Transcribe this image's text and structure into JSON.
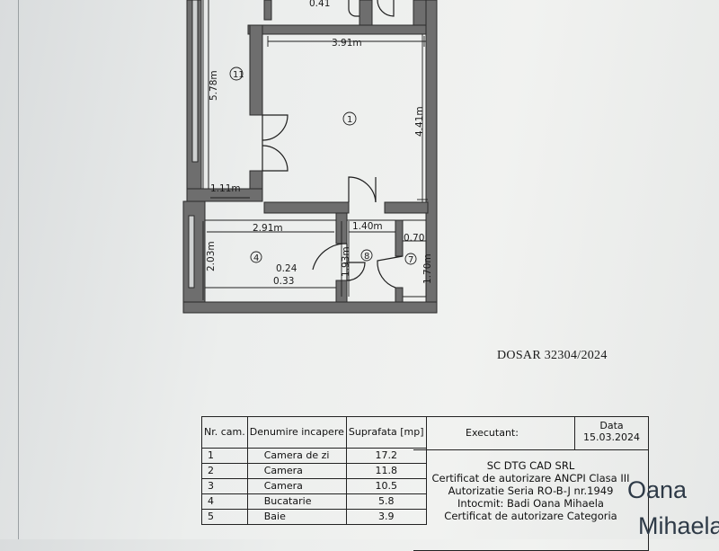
{
  "plan": {
    "dimensions": {
      "d_041": "0.41",
      "d_391": "3.91m",
      "d_578": "5.78m",
      "d_441": "4.41m",
      "d_111": "1.11m",
      "d_291": "2.91m",
      "d_140": "1.40m",
      "d_070": "0.70",
      "d_203": "2.03m",
      "d_024": "0.24",
      "d_033": "0.33",
      "d_193": "1.93m",
      "d_170": "1.70m"
    },
    "room_numbers": {
      "r1": "1",
      "r4": "4",
      "r7": "7",
      "r8": "8",
      "r11": "11"
    }
  },
  "dossier": "DOSAR 32304/2024",
  "rooms_table": {
    "headers": {
      "nr": "Nr. cam.",
      "name": "Denumire incapere",
      "area": "Suprafata [mp]"
    },
    "rows": [
      {
        "nr": "1",
        "name": "Camera de zi",
        "area": "17.2"
      },
      {
        "nr": "2",
        "name": "Camera",
        "area": "11.8"
      },
      {
        "nr": "3",
        "name": "Camera",
        "area": "10.5"
      },
      {
        "nr": "4",
        "name": "Bucatarie",
        "area": "5.8"
      },
      {
        "nr": "5",
        "name": "Baie",
        "area": "3.9"
      }
    ]
  },
  "executant": {
    "label": "Executant:",
    "date_label": "Data",
    "date": "15.03.2024",
    "company": "SC DTG CAD SRL",
    "line1": "Certificat de autorizare ANCPI Clasa III",
    "line2": "Autorizatie Seria RO-B-J nr.1949",
    "line3": "Intocmit: Badi Oana Mihaela",
    "line4": "Certificat de autorizare Categoria"
  },
  "signature": {
    "line1": "Oana",
    "line2": "Mihaela"
  }
}
